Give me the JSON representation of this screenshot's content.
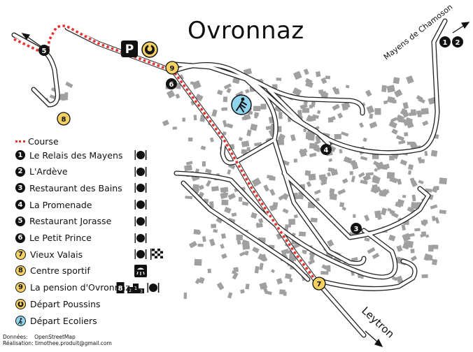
{
  "title": "Ovronnaz",
  "places": {
    "mayens": "Mayens de Chamoson",
    "leytron": "Leytron"
  },
  "legend": {
    "course_label": "Course",
    "items": [
      {
        "num": "1",
        "style": "dark",
        "label": "Le Relais des Mayens",
        "icons": [
          "restaurant-icon"
        ]
      },
      {
        "num": "2",
        "style": "dark",
        "label": "L'Ardève",
        "icons": [
          "restaurant-icon"
        ]
      },
      {
        "num": "3",
        "style": "dark",
        "label": "Restaurant des Bains",
        "icons": [
          "restaurant-icon"
        ]
      },
      {
        "num": "4",
        "style": "dark",
        "label": "La Promenade",
        "icons": [
          "restaurant-icon"
        ]
      },
      {
        "num": "5",
        "style": "dark",
        "label": "Restaurant Jorasse",
        "icons": [
          "restaurant-icon"
        ]
      },
      {
        "num": "6",
        "style": "dark",
        "label": "Le Petit Prince",
        "icons": [
          "restaurant-icon"
        ]
      },
      {
        "num": "7",
        "style": "yellow",
        "label": "Vieux Valais",
        "icons": [
          "restaurant-icon",
          "checkered-flag-icon"
        ]
      },
      {
        "num": "8",
        "style": "yellow",
        "label": "Centre sportif",
        "icons": [
          "shower-icon"
        ]
      },
      {
        "num": "9",
        "style": "yellow",
        "label": "La pension d'Ovronnaz",
        "icons": [
          "bib-icon",
          "podium-icon",
          "restaurant-icon"
        ]
      },
      {
        "num": "",
        "style": "yellow",
        "label": "Départ Poussins",
        "icons": []
      },
      {
        "num": "",
        "style": "blue",
        "label": "Départ Ecoliers",
        "icons": []
      }
    ]
  },
  "icon_glyphs": {
    "bib": "8",
    "podium_first": "1",
    "podium_second": "2",
    "podium_third": "3",
    "parking": "P"
  },
  "map_markers": {
    "m1": "1",
    "m2": "2",
    "m3": "3",
    "m4": "4",
    "m5": "5",
    "m6": "6",
    "m7": "7",
    "m8": "8",
    "m9": "9"
  },
  "credits": {
    "line1": "Données:    OpenStreetMap",
    "line2": "Réalisation: timothee.produit@gmail.com"
  },
  "colors": {
    "course": "#e53333",
    "building": "#a0a0a0",
    "road_casing": "#222222",
    "marker_dark": "#111111",
    "marker_yellow": "#f4d163",
    "marker_blue": "#8fd3ec"
  }
}
